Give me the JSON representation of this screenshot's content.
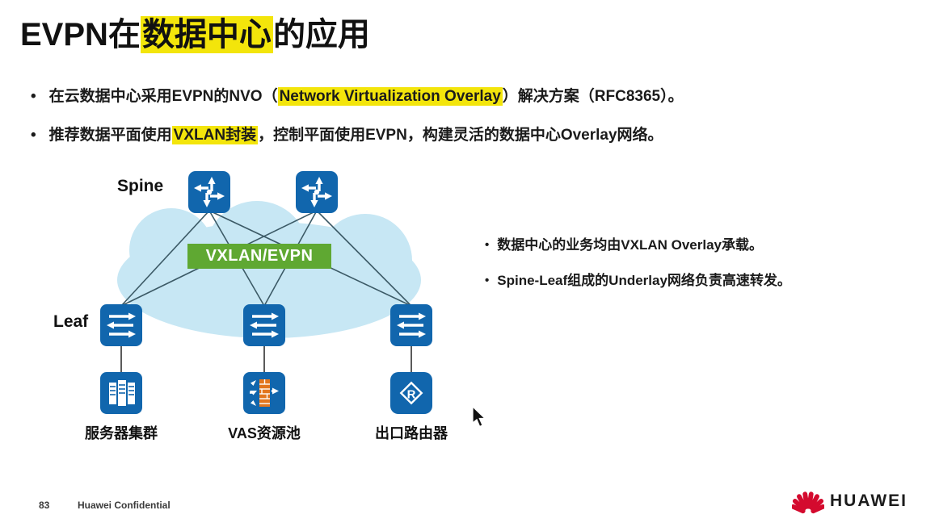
{
  "title": {
    "pre": "EVPN在",
    "highlight": "数据中心",
    "post": "的应用"
  },
  "bullets": {
    "b1": {
      "pre": "在云数据中心采用EVPN的NVO（",
      "highlight": "Network Virtualization Overlay",
      "post": "）解决方案（RFC8365）。"
    },
    "b2": {
      "pre": "推荐数据平面使用",
      "highlight": "VXLAN封装",
      "post": "，控制平面使用EVPN，构建灵活的数据中心Overlay网络。"
    }
  },
  "diagram": {
    "spine_label": "Spine",
    "leaf_label": "Leaf",
    "overlay_label": "VXLAN/EVPN",
    "devices": {
      "servers": "服务器集群",
      "vas": "VAS资源池",
      "router": "出口路由器"
    },
    "topology": {
      "spines": 2,
      "leaves": 3,
      "links": "full-mesh spine-leaf",
      "leaf_attachments": [
        "server-cluster",
        "firewall-vas-pool",
        "exit-router"
      ]
    }
  },
  "notes": {
    "n1": "数据中心的业务均由VXLAN Overlay承载。",
    "n2": "Spine-Leaf组成的Underlay网络负责高速转发。"
  },
  "footer": {
    "page": "83",
    "confidential": "Huawei Confidential",
    "brand": "HUAWEI"
  },
  "colors": {
    "icon_blue": "#1166ad",
    "cloud_blue": "#c7e7f4",
    "overlay_green": "#5fa832",
    "highlight_yellow": "#f3e50b",
    "link_line": "#3c5a66",
    "brick_orange": "#e2761f",
    "huawei_red": "#d40a2e"
  }
}
